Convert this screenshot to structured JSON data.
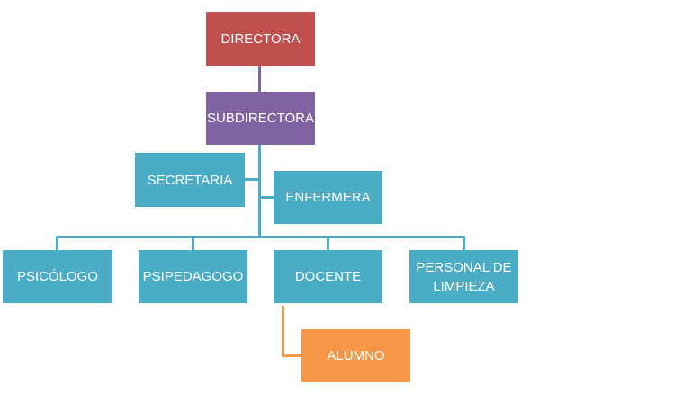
{
  "colors": {
    "director": "#c0504d",
    "subdirector": "#8064a2",
    "staff": "#4bacc6",
    "student": "#f79646",
    "connector_purple": "#8064a2",
    "connector_blue": "#4bacc6",
    "connector_orange": "#f79646"
  },
  "org": {
    "directora": "DIRECTORA",
    "subdirectora": "SUBDIRECTORA",
    "secretaria": "SECRETARIA",
    "enfermera": "ENFERMERA",
    "psicologo": "PSICÓLOGO",
    "psipedagogo": "PSIPEDAGOGO",
    "docente": "DOCENTE",
    "personal_limpieza": "PERSONAL DE LIMPIEZA",
    "alumno": "ALUMNO"
  }
}
